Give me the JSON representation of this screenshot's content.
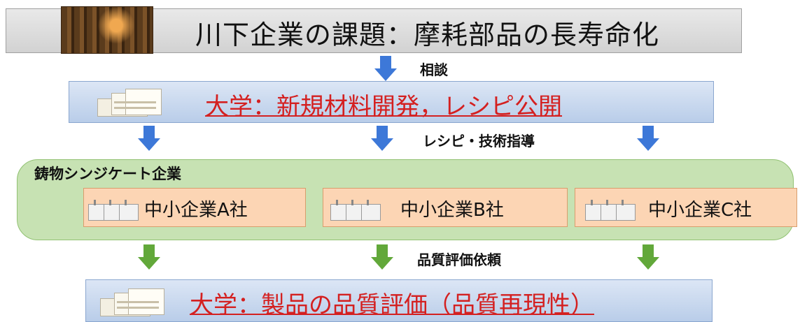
{
  "top": {
    "title": "川下企業の課題：摩耗部品の長寿命化"
  },
  "consult": {
    "label": "相談"
  },
  "university": {
    "title": "大学：新規材料開発，レシピ公開"
  },
  "guidance": {
    "label": "レシピ・技術指導"
  },
  "syndicate": {
    "title": "鋳物シンジケート企業",
    "companies": [
      {
        "label": "中小企業A社"
      },
      {
        "label": "中小企業B社"
      },
      {
        "label": "中小企業C社"
      }
    ]
  },
  "request": {
    "label": "品質評価依頼"
  },
  "evaluation": {
    "title": "大学：製品の品質評価（品質再現性）"
  },
  "colors": {
    "arrow_blue": "#3d78d8",
    "arrow_green": "#62a83a",
    "red_text": "#d42020"
  }
}
